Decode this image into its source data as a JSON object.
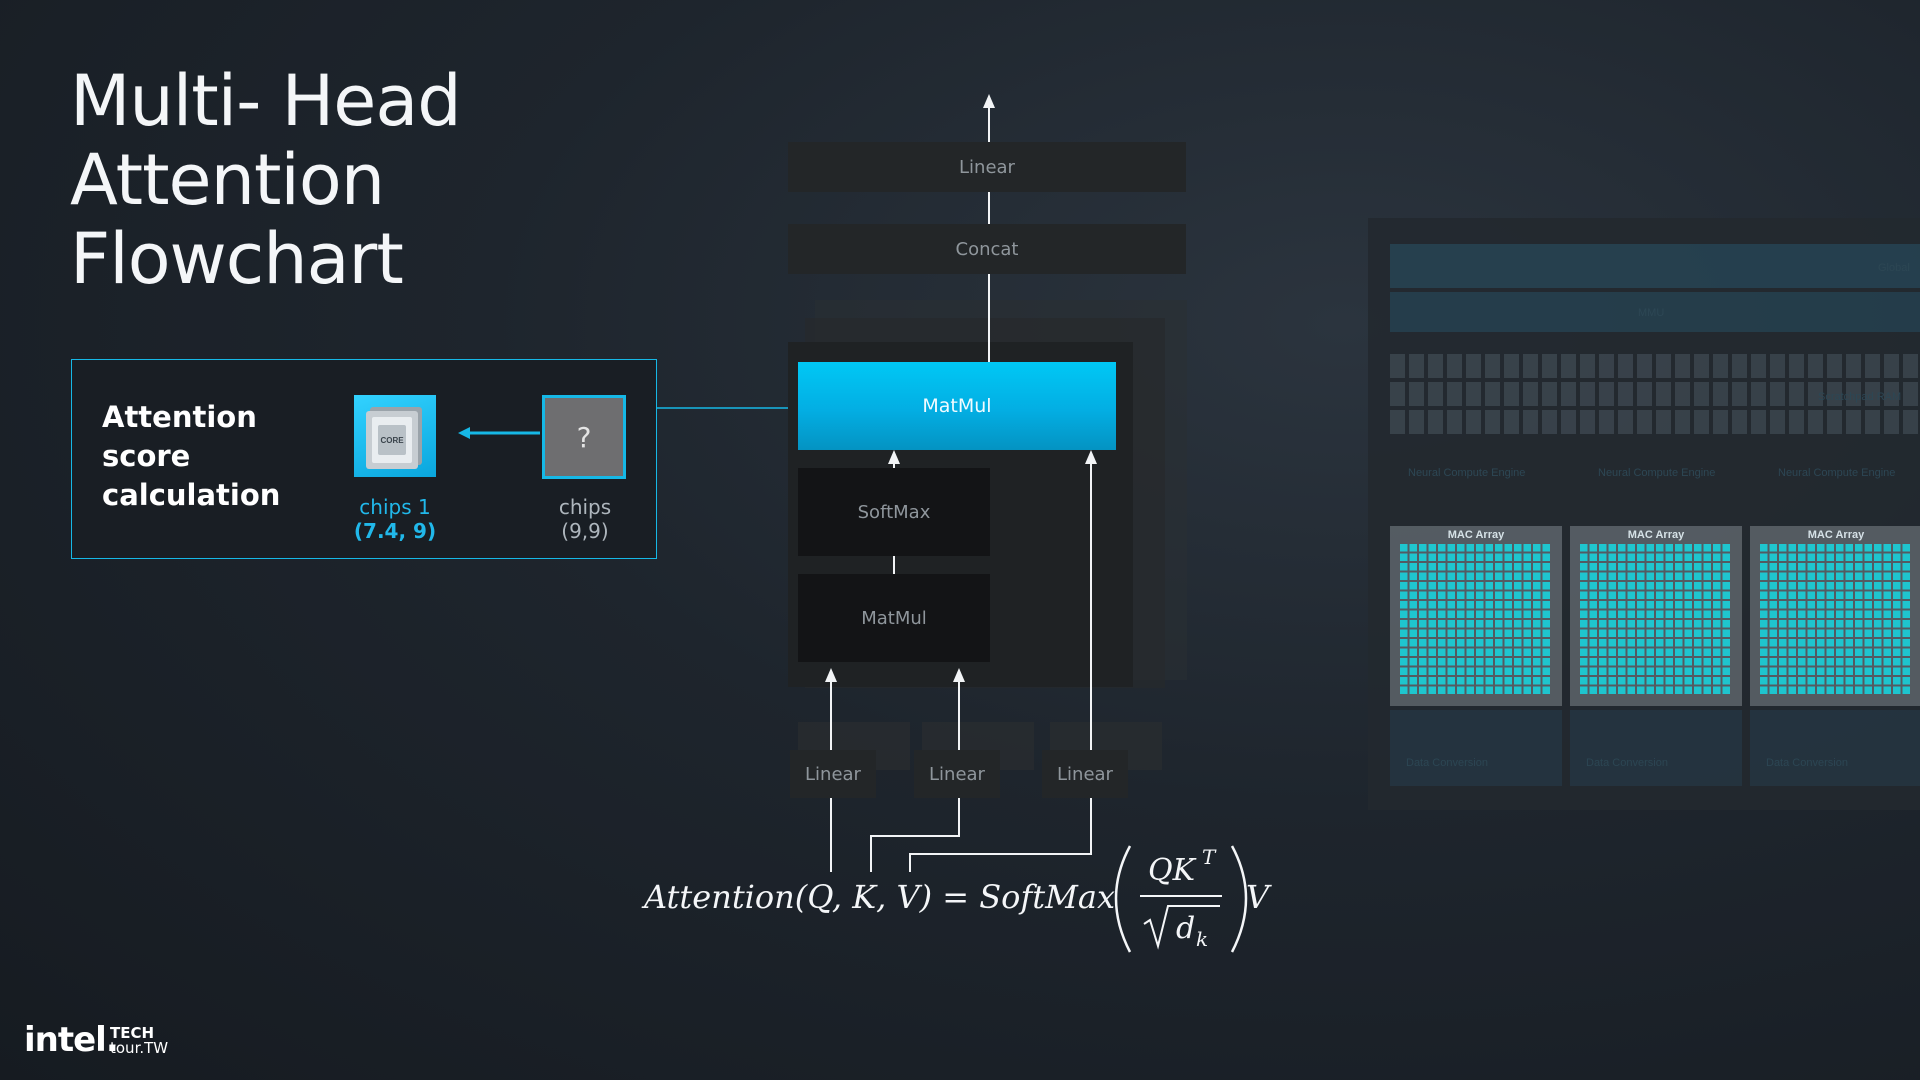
{
  "title": {
    "line1": "Multi- Head",
    "line2": "Attention",
    "line3": "Flowchart"
  },
  "calc": {
    "title_line1": "Attention",
    "title_line2": "score",
    "title_line3": "calculation",
    "chip1_name": "chips 1",
    "chip1_value": "(7.4, 9)",
    "chip1_icon_text": "CORE",
    "chip2_symbol": "?",
    "chip2_name": "chips",
    "chip2_value": "(9,9)"
  },
  "flow": {
    "linear_top": "Linear",
    "concat": "Concat",
    "matmul_top": "MatMul",
    "softmax": "SoftMax",
    "matmul_inner": "MatMul",
    "linear_q": "Linear",
    "linear_k": "Linear",
    "linear_v": "Linear"
  },
  "formula": {
    "lhs": "Attention(Q, K, V) = SoftMax",
    "numerator": "QK",
    "superscript": "T",
    "denominator": "d",
    "subscript": "k",
    "tail": "V"
  },
  "die": {
    "mac_labels": [
      "MAC Array",
      "MAC Array",
      "MAC Array"
    ],
    "faint_labels": [
      "Global",
      "MMU",
      "Scratchpad RAM",
      "Neural Compute Engine",
      "Neural Compute Engine",
      "Neural Compute Engine",
      "Data Conversion",
      "Data Conversion",
      "Data Conversion"
    ]
  },
  "footer": {
    "brand": "intel.",
    "tech_line1": "TECH",
    "tech_line2": "tour.TW"
  },
  "colors": {
    "accent": "#16b8e6",
    "matmul": "#03aee3",
    "mac_cell": "#1fd7e0"
  }
}
